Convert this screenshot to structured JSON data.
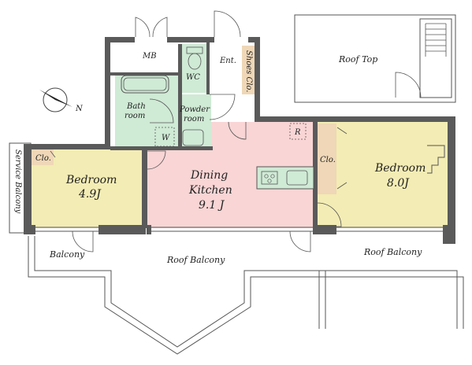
{
  "rooms": {
    "mb": "MB",
    "wc": "WC",
    "entrance": "Ent.",
    "shoes_closet": "Shoes Clo.",
    "bath_line1": "Bath",
    "bath_line2": "room",
    "powder_line1": "Powder",
    "powder_line2": "room",
    "washer": "W",
    "refrigerator": "R",
    "closet_left": "Clo.",
    "closet_right": "Clo.",
    "service_balcony": "Service Balcony",
    "bedroom_left_name": "Bedroom",
    "bedroom_left_size": "4.9J",
    "dining_line1": "Dining",
    "dining_line2": "Kitchen",
    "dining_size": "9.1 J",
    "bedroom_right_name": "Bedroom",
    "bedroom_right_size": "8.0J",
    "roof_top": "Roof Top",
    "balcony": "Balcony",
    "roof_balcony_center": "Roof Balcony",
    "roof_balcony_right": "Roof Balcony"
  },
  "compass": {
    "label": "N"
  },
  "colors": {
    "bedroom": "#f3ecb4",
    "dining": "#f9d5d5",
    "wet_area": "#cfead5",
    "closet": "#efd7b7",
    "wall": "#5a5a5a"
  }
}
